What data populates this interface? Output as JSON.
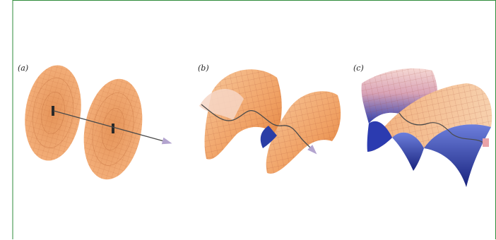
{
  "figure": {
    "panels": [
      {
        "label": "(a)"
      },
      {
        "label": "(b)"
      },
      {
        "label": "(c)"
      }
    ],
    "colors": {
      "frame_border": "#2e8b3a",
      "surface_orange": "#f2a86a",
      "surface_orange_light": "#f8cba3",
      "surface_pink": "#f4d2cf",
      "surface_blue": "#3b55c8",
      "surface_blue_deep": "#1c2a92",
      "mesh_line": "#c06a3a",
      "axis_line": "#4a4a4a",
      "arrow_head": "#b3a4cf"
    }
  }
}
